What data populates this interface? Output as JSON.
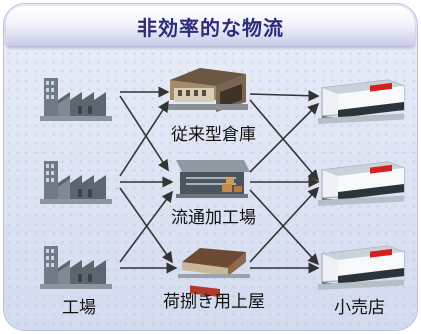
{
  "title": "非効率的な物流",
  "column_labels": {
    "factory": "工場",
    "retail": "小売店"
  },
  "middle_nodes": [
    {
      "label": "従来型倉庫",
      "icon": "traditional-warehouse-icon"
    },
    {
      "label": "流通加工場",
      "icon": "processing-center-icon"
    },
    {
      "label": "荷捌き用上屋",
      "icon": "loading-shed-icon"
    }
  ],
  "colors": {
    "title_text": "#2c2c7a",
    "arrow": "#333333",
    "panel_bg": "#dfe5f4",
    "retail_sign": "#d62020"
  }
}
